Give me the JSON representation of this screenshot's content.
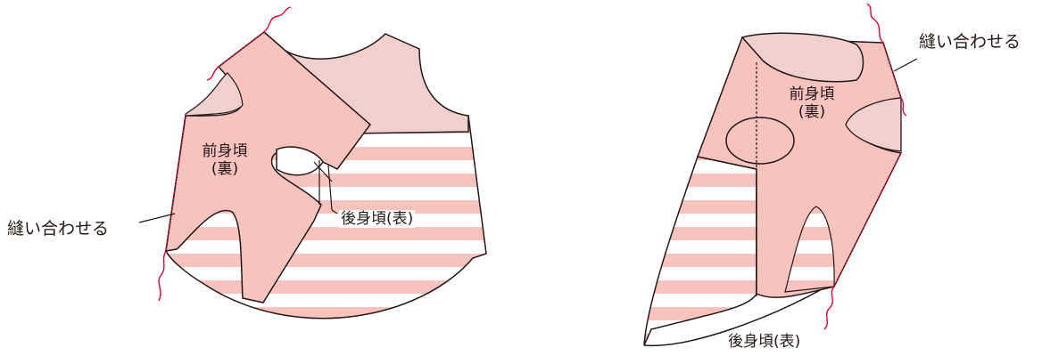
{
  "colors": {
    "front_fill": "#f7c3bf",
    "back_fill": "#f0cfcf",
    "stripe": "#f7c3bf",
    "outline": "#231815",
    "stitch": "#e6002d"
  },
  "figure_left": {
    "front_label_line1": "前身頃",
    "front_label_line2": "(裏)",
    "back_label": "後身頃(表)",
    "sew_label": "縫い合わせる"
  },
  "figure_right": {
    "front_label_line1": "前身頃",
    "front_label_line2": "(裏)",
    "back_label": "後身頃(表)",
    "sew_label": "縫い合わせる"
  }
}
